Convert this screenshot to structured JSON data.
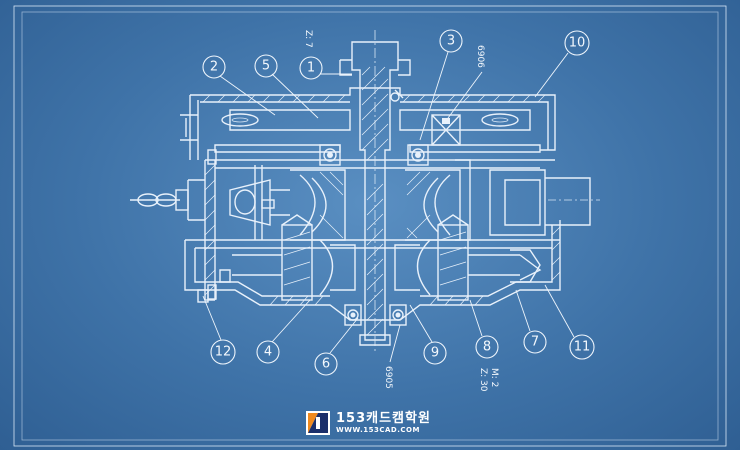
{
  "diagram": {
    "callouts": [
      {
        "id": "c1",
        "label": "1"
      },
      {
        "id": "c2",
        "label": "2"
      },
      {
        "id": "c3",
        "label": "3"
      },
      {
        "id": "c4",
        "label": "4"
      },
      {
        "id": "c5",
        "label": "5"
      },
      {
        "id": "c6",
        "label": "6"
      },
      {
        "id": "c7",
        "label": "7"
      },
      {
        "id": "c8",
        "label": "8"
      },
      {
        "id": "c9",
        "label": "9"
      },
      {
        "id": "c10",
        "label": "10"
      },
      {
        "id": "c11",
        "label": "11"
      },
      {
        "id": "c12",
        "label": "12"
      }
    ],
    "notes": {
      "z7": "Z: 7",
      "bearing_top": "6906",
      "bearing_bottom": "6905",
      "module": "M: 2",
      "z30": "Z: 30"
    }
  },
  "logo": {
    "title": "153캐드캠학원",
    "url": "WWW.153CAD.COM",
    "colors": {
      "orange": "#f08a1e",
      "navy": "#1b2f6b",
      "white": "#ffffff"
    }
  },
  "colors": {
    "background": "#3f73a8",
    "line": "#e8f1fb"
  }
}
